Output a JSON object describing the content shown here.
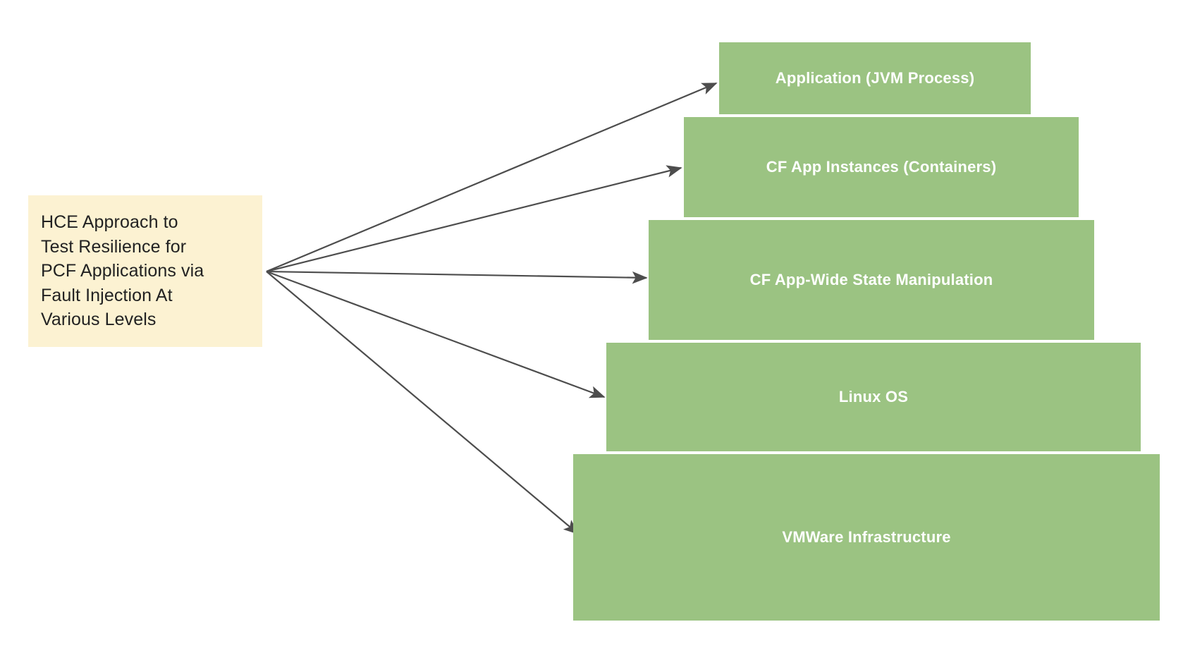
{
  "diagram": {
    "type": "fault-injection-layer-diagram",
    "background_color": "#ffffff",
    "source": {
      "label": "HCE Approach to\nTest Resilience for\nPCF Applications via\nFault Injection At\nVarious Levels",
      "fill_color": "#fcf2d2",
      "text_color": "#222222"
    },
    "layers": [
      {
        "id": "application-jvm-process",
        "label": "Application (JVM Process)",
        "fill_color": "#9bc382",
        "text_color": "#ffffff"
      },
      {
        "id": "cf-app-instances-containers",
        "label": "CF App Instances (Containers)",
        "fill_color": "#9bc382",
        "text_color": "#ffffff"
      },
      {
        "id": "cf-app-wide-state-manipulation",
        "label": "CF App-Wide State Manipulation",
        "fill_color": "#9bc382",
        "text_color": "#ffffff"
      },
      {
        "id": "linux-os",
        "label": "Linux OS",
        "fill_color": "#9bc382",
        "text_color": "#ffffff"
      },
      {
        "id": "vmware-infrastructure",
        "label": "VMWare Infrastructure",
        "fill_color": "#9bc382",
        "text_color": "#ffffff"
      }
    ],
    "connectors": {
      "count": 5,
      "color": "#4d4d4d",
      "style": "single-headed-arrow",
      "origin_shared": true
    }
  }
}
